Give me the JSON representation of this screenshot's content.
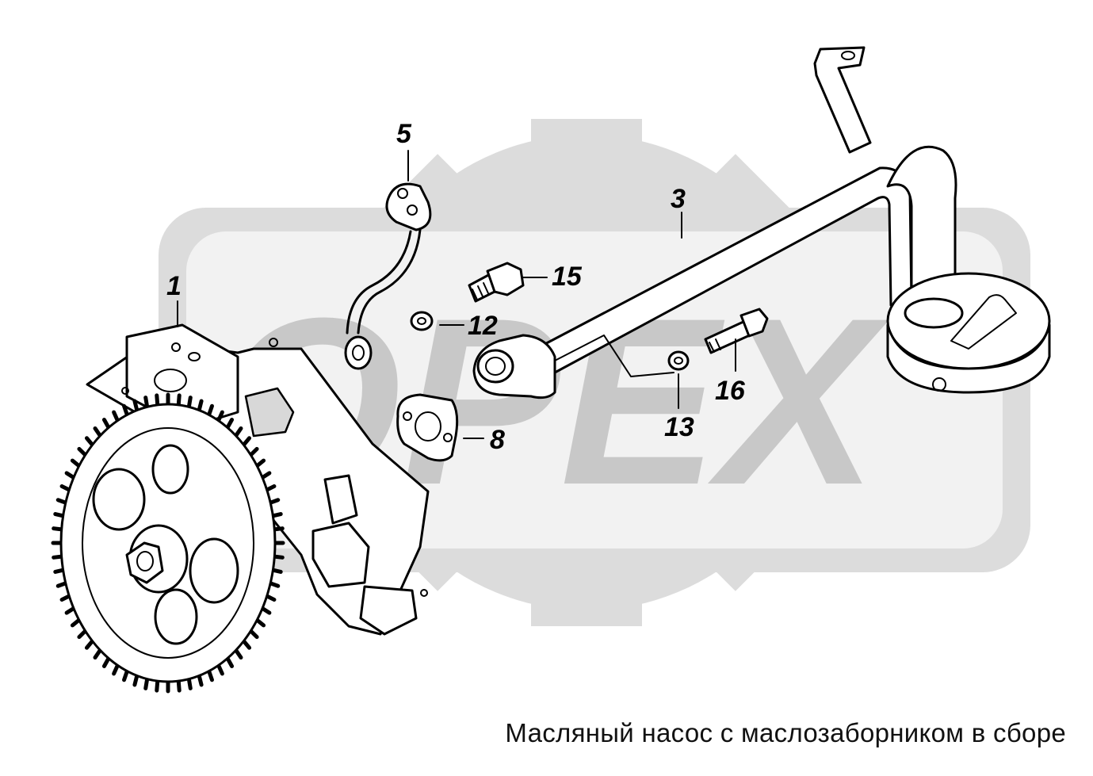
{
  "watermark": {
    "text": "OPEX",
    "gear_color": "#dcdcdc",
    "panel_color": "#f2f2f2",
    "letter_color": "#c8c8c8"
  },
  "callouts": [
    {
      "id": "1",
      "label": "1"
    },
    {
      "id": "3",
      "label": "3"
    },
    {
      "id": "5",
      "label": "5"
    },
    {
      "id": "8",
      "label": "8"
    },
    {
      "id": "12",
      "label": "12"
    },
    {
      "id": "13",
      "label": "13"
    },
    {
      "id": "15",
      "label": "15"
    },
    {
      "id": "16",
      "label": "16"
    }
  ],
  "caption": "Масляный насос с маслозаборником в сборе"
}
